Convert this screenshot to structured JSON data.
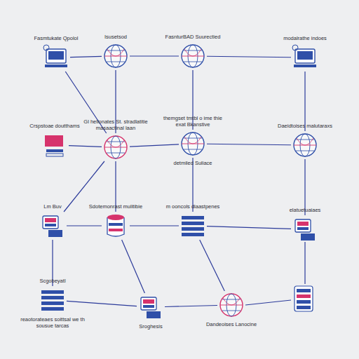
{
  "diagram": {
    "nodes": [
      {
        "text": [
          "Fasmtukate Qpolol"
        ]
      },
      {
        "text": [
          "Isusetsod"
        ]
      },
      {
        "text": [
          "FasnturBAD Suurectied"
        ]
      },
      {
        "text": [
          "modalrathe indoes"
        ]
      },
      {
        "text": [
          "Crspstoae doutthams"
        ]
      },
      {
        "text": [
          "Gl hellonates St. stradlatitie masaactinal laan"
        ]
      },
      {
        "text": [
          "themgset tmtbl o ime thie exat Bkanstive",
          "detmiled Suliace"
        ]
      },
      {
        "text": [
          "Daeidtoises malutaraxs"
        ]
      },
      {
        "text": [
          "Lm Buv"
        ]
      },
      {
        "text": [
          "Sdotemonrast mulitibie"
        ]
      },
      {
        "text": [
          "m ooncols diaastpenes"
        ]
      },
      {
        "text": [
          "elatuetuaiaes"
        ]
      },
      {
        "text": [
          "Scgobeyatl",
          "reaotorateaes soittsal we th sousue tarcas"
        ]
      },
      {
        "text": [
          "Sroghesis"
        ]
      },
      {
        "text": [
          "Dandeoises Lanocine"
        ]
      }
    ],
    "edges": [
      {
        "from": 0,
        "to": 1,
        "arrow": "none"
      },
      {
        "from": 1,
        "to": 2,
        "arrow": "none"
      },
      {
        "from": 2,
        "to": 3,
        "arrow": "none"
      },
      {
        "from": 0,
        "to": 5,
        "arrow": "none"
      },
      {
        "from": 1,
        "to": 5,
        "arrow": "none"
      },
      {
        "from": 2,
        "to": 6,
        "arrow": "none"
      },
      {
        "from": 3,
        "to": 7,
        "arrow": "none"
      },
      {
        "from": 4,
        "to": 5,
        "arrow": "none"
      },
      {
        "from": 5,
        "to": 6,
        "arrow": "none"
      },
      {
        "from": 6,
        "to": 7,
        "arrow": "none"
      },
      {
        "from": 5,
        "to": 9,
        "arrow": "none"
      },
      {
        "from": 5,
        "to": 8,
        "arrow": "none"
      },
      {
        "from": 6,
        "to": 10,
        "arrow": "none"
      },
      {
        "from": 7,
        "to": 11,
        "arrow": "none"
      },
      {
        "from": 8,
        "to": 9,
        "arrow": "none"
      },
      {
        "from": 9,
        "to": 10,
        "arrow": "none"
      },
      {
        "from": 10,
        "to": 11,
        "arrow": "none"
      },
      {
        "from": 8,
        "to": 12,
        "arrow": "none"
      },
      {
        "from": 9,
        "to": 13,
        "arrow": "none"
      },
      {
        "from": 10,
        "to": 14,
        "arrow": "none"
      },
      {
        "from": 12,
        "to": 13,
        "arrow": "none"
      },
      {
        "from": 13,
        "to": 14,
        "arrow": "none"
      }
    ]
  }
}
